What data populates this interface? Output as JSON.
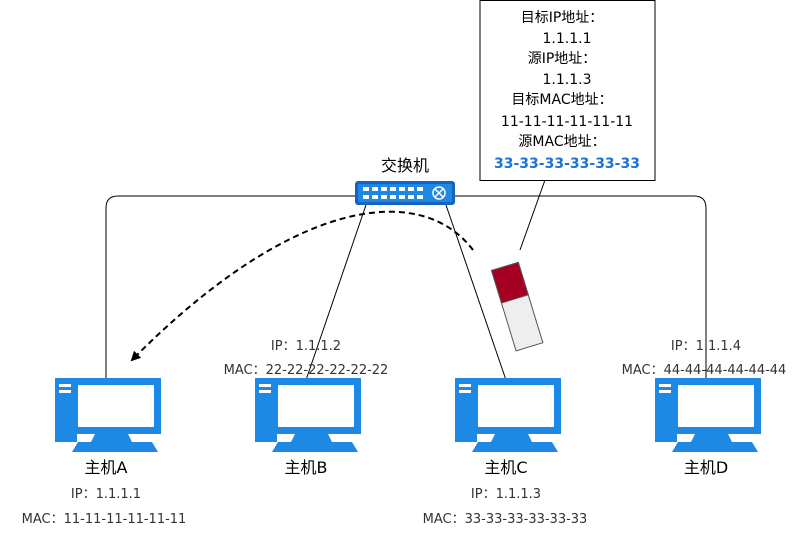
{
  "switch": {
    "label": "交换机"
  },
  "callout": {
    "lines": [
      "目标IP地址：",
      "1.1.1.1",
      "源IP地址：",
      "1.1.1.3",
      "目标MAC地址：",
      "11-11-11-11-11-11",
      "源MAC地址："
    ],
    "highlight": "33-33-33-33-33-33",
    "highlight_color": "#1a73d9"
  },
  "hosts": [
    {
      "name": "主机A",
      "ip": "IP：1.1.1.1",
      "mac": "MAC：11-11-11-11-11-11"
    },
    {
      "name": "主机B",
      "ip": "IP：1.1.1.2",
      "mac": "MAC：22-22-22-22-22-22"
    },
    {
      "name": "主机C",
      "ip": "IP：1.1.1.3",
      "mac": "MAC：33-33-33-33-33-33"
    },
    {
      "name": "主机D",
      "ip": "IP：1.1.1.4",
      "mac": "MAC：44-44-44-44-44-44"
    }
  ],
  "colors": {
    "computer_blue": "#1e88e5",
    "packet_red": "#a50021",
    "packet_gray": "#eeeeee",
    "switch_blue": "#1565c0"
  },
  "icons": {
    "switch": "network-switch-icon",
    "computer": "desktop-computer-icon",
    "packet": "data-packet-icon"
  }
}
